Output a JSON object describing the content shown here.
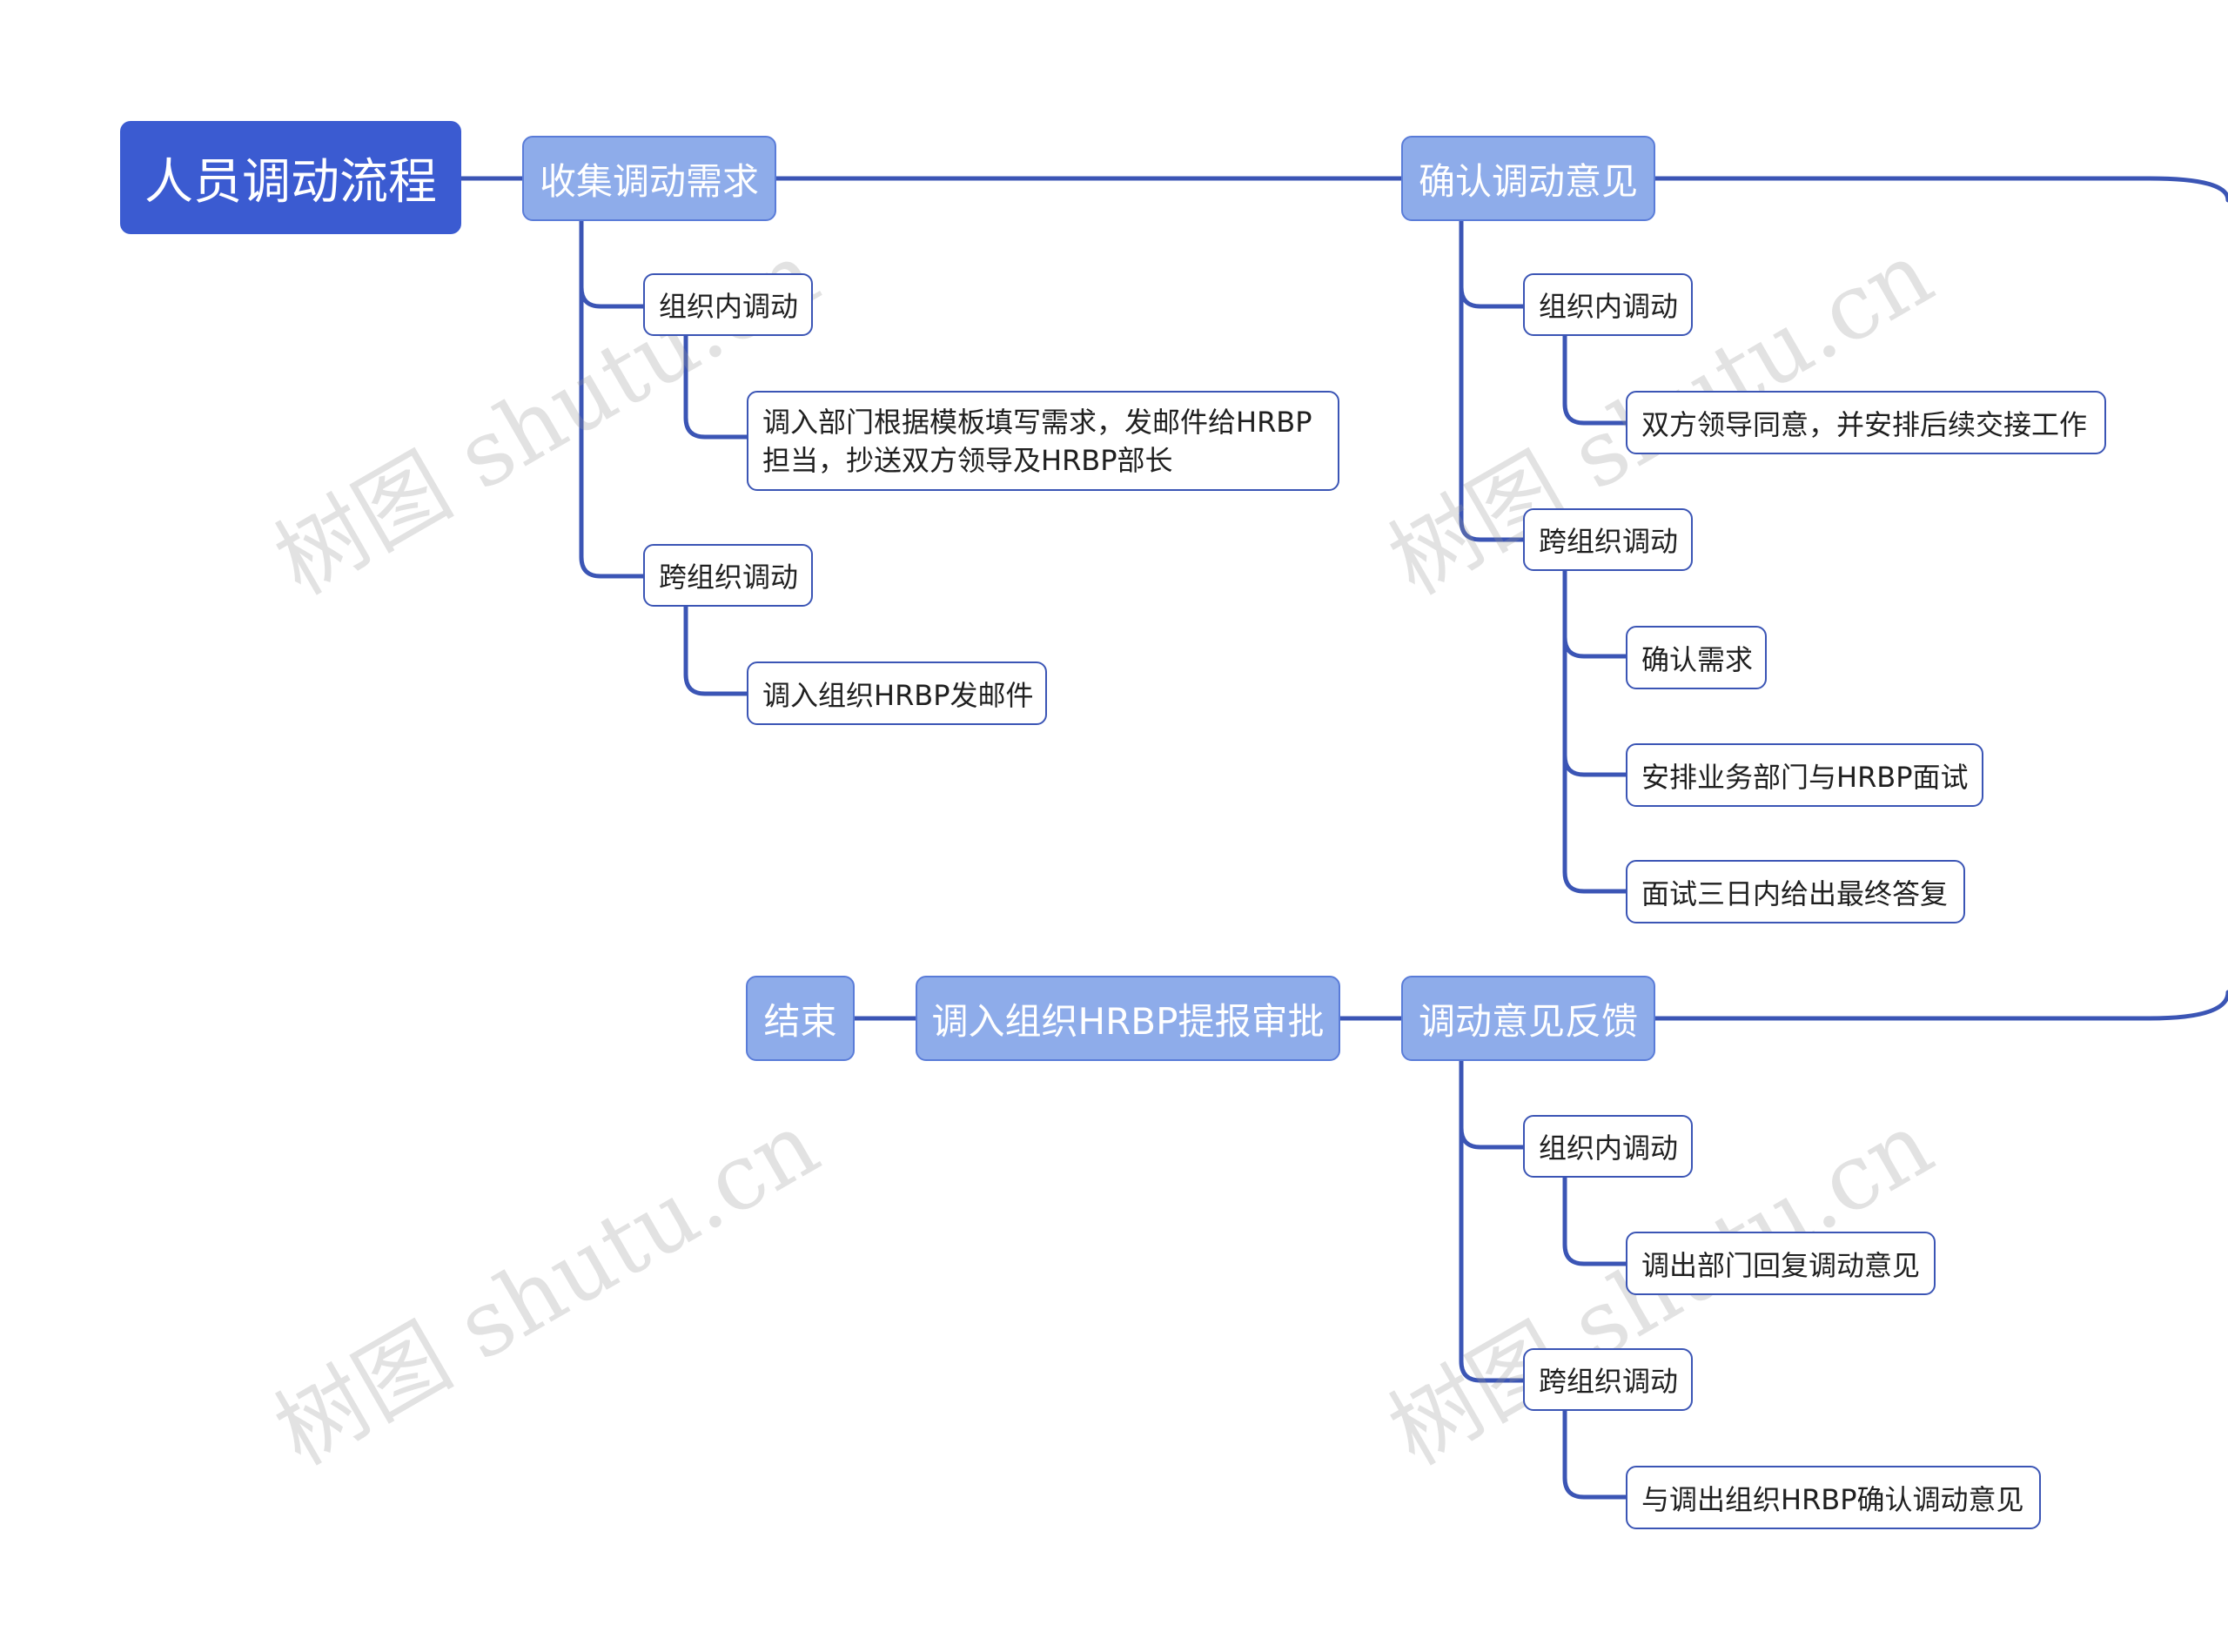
{
  "root": {
    "label": "人员调动流程"
  },
  "stages": [
    {
      "label": "收集调动需求",
      "branches": [
        {
          "label": "组织内调动",
          "items": [
            "调入部门根据模板填写需求，发邮件给HRBP",
            "担当，抄送双方领导及HRBP部长"
          ]
        },
        {
          "label": "跨组织调动",
          "items": [
            "调入组织HRBP发邮件"
          ]
        }
      ]
    },
    {
      "label": "确认调动意见",
      "branches": [
        {
          "label": "组织内调动",
          "items": [
            "双方领导同意，并安排后续交接工作"
          ]
        },
        {
          "label": "跨组织调动",
          "items": [
            "确认需求",
            "安排业务部门与HRBP面试",
            "面试三日内给出最终答复"
          ]
        }
      ]
    },
    {
      "label": "调动意见反馈",
      "branches": [
        {
          "label": "组织内调动",
          "items": [
            "调出部门回复调动意见"
          ]
        },
        {
          "label": "跨组织调动",
          "items": [
            "与调出组织HRBP确认调动意见"
          ]
        }
      ]
    },
    {
      "label": "调入组织HRBP提报审批"
    },
    {
      "label": "结束"
    }
  ],
  "watermark": "树图 shutu.cn",
  "colors": {
    "root": "#3b5bd1",
    "main": "#8eacea",
    "line": "#3b55b5"
  }
}
